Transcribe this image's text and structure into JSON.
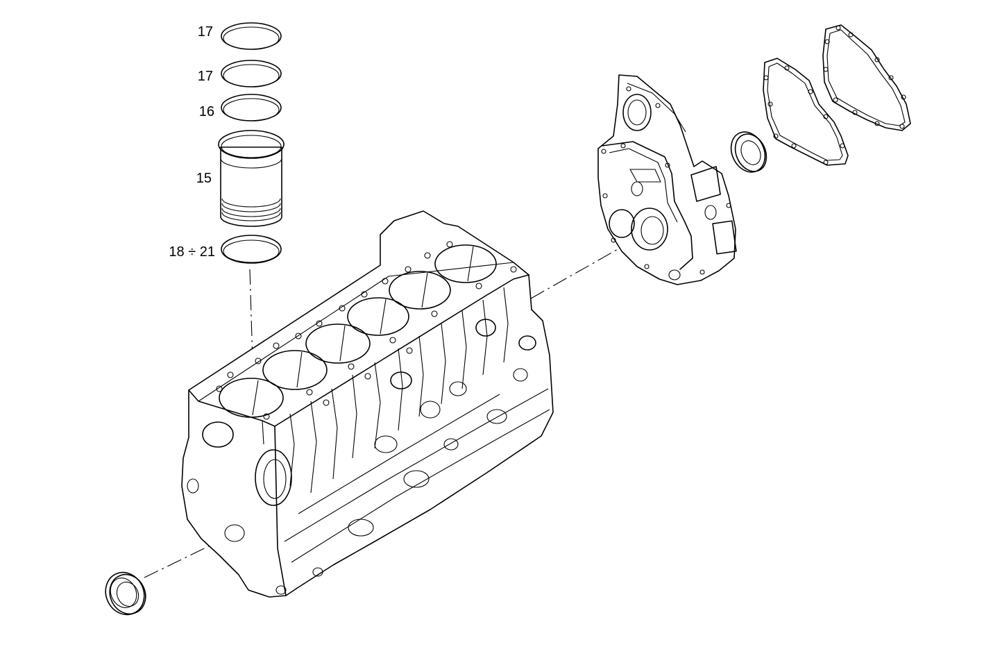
{
  "callouts": {
    "ring_top": "17",
    "ring_second": "17",
    "ring_third": "16",
    "liner": "15",
    "seal_range": "18 ÷ 21"
  },
  "colors": {
    "line": "#000000",
    "background": "#ffffff"
  }
}
